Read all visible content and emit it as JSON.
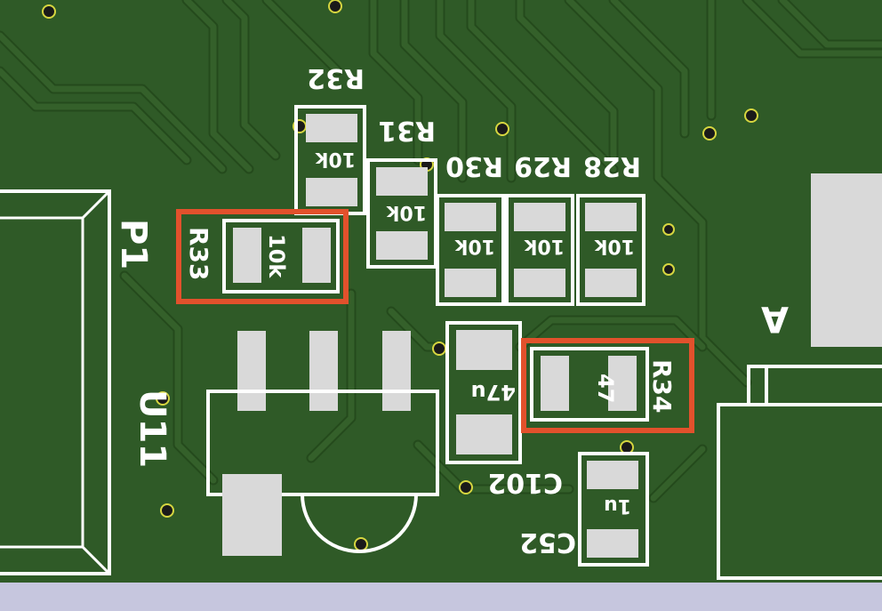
{
  "title": "",
  "colors": {
    "board": "#2f5a27",
    "trace": "#34602a",
    "silkscreen": "#ffffff",
    "pad": "#d9d9d9",
    "highlight": "#e2512c",
    "background": "#c6c6de"
  },
  "components": {
    "P1": {
      "ref": "P1"
    },
    "U11": {
      "ref": "U11"
    },
    "R32": {
      "ref": "R32",
      "value": "10k"
    },
    "R31": {
      "ref": "R31",
      "value": "10k"
    },
    "R30": {
      "ref": "R30",
      "value": "10k"
    },
    "R29": {
      "ref": "R29",
      "value": "10k"
    },
    "R28": {
      "ref": "R28",
      "value": "10k"
    },
    "R33": {
      "ref": "R33",
      "value": "10k",
      "highlighted": true
    },
    "R34": {
      "ref": "R34",
      "value": "47",
      "highlighted": true
    },
    "C102": {
      "ref": "C102",
      "value": "47u"
    },
    "C52": {
      "ref": "C52",
      "value": "1u"
    },
    "A": {
      "ref": "A"
    }
  }
}
